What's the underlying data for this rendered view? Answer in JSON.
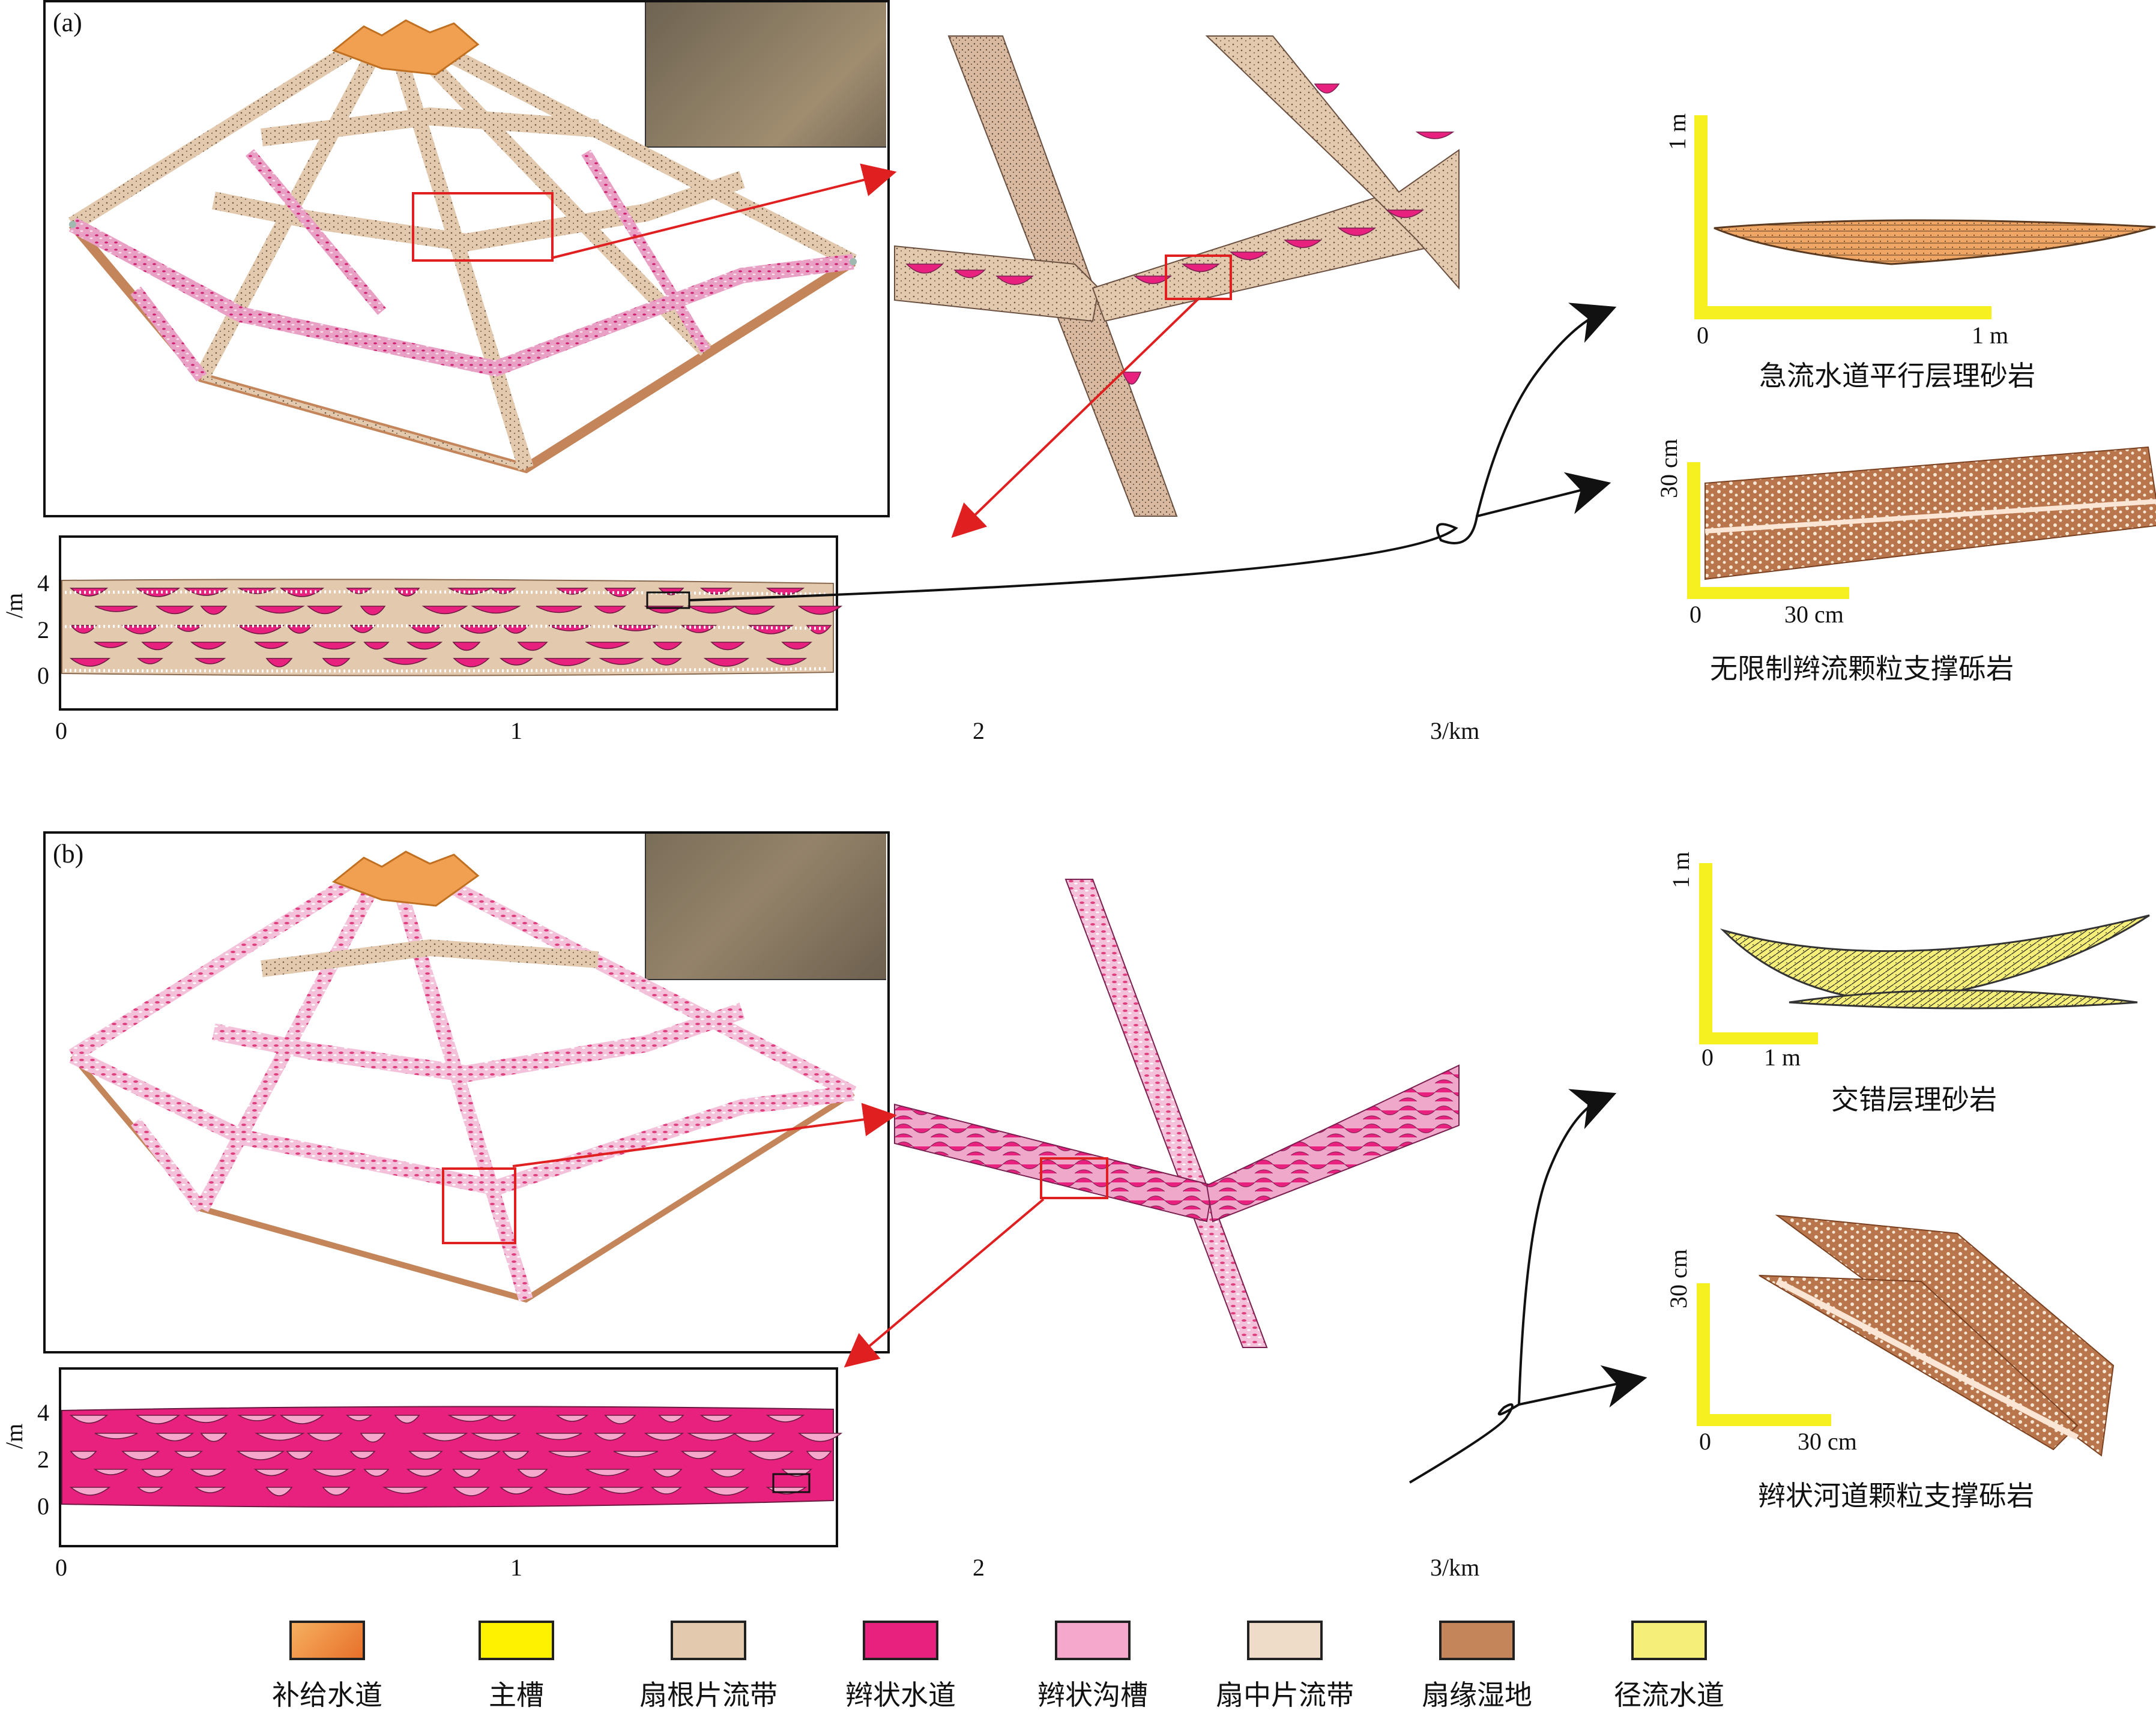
{
  "panel_a": {
    "label": "(a)",
    "section": {
      "y_ticks": [
        "4",
        "2",
        "0"
      ],
      "y_unit": "/m",
      "x_ticks": [
        "0",
        "1",
        "2",
        "3/km"
      ]
    },
    "facies": [
      {
        "scale_v": "1 m",
        "scale_origin": "0",
        "scale_h": "1 m",
        "caption": "急流水道平行层理砂岩"
      },
      {
        "scale_v": "30 cm",
        "scale_origin": "0",
        "scale_h": "30 cm",
        "caption": "无限制辫流颗粒支撑砾岩"
      }
    ]
  },
  "panel_b": {
    "label": "(b)",
    "section": {
      "y_ticks": [
        "4",
        "2",
        "0"
      ],
      "y_unit": "/m",
      "x_ticks": [
        "0",
        "1",
        "2",
        "3/km"
      ]
    },
    "facies": [
      {
        "scale_v": "1 m",
        "scale_origin": "0",
        "scale_h": "1 m",
        "caption": "交错层理砂岩"
      },
      {
        "scale_v": "30 cm",
        "scale_origin": "0",
        "scale_h": "30 cm",
        "caption": "辫状河道颗粒支撑砾岩"
      }
    ]
  },
  "legend": [
    {
      "label": "补给水道",
      "color": "#f0a050"
    },
    {
      "label": "主槽",
      "color": "#fff200"
    },
    {
      "label": "扇根片流带",
      "color": "#e3c9ad"
    },
    {
      "label": "辫状水道",
      "color": "#e8207e"
    },
    {
      "label": "辫状沟槽",
      "color": "#f5a8cc"
    },
    {
      "label": "扇中片流带",
      "color": "#efdcc8"
    },
    {
      "label": "扇缘湿地",
      "color": "#c4855a"
    },
    {
      "label": "径流水道",
      "color": "#f5ee78"
    }
  ]
}
